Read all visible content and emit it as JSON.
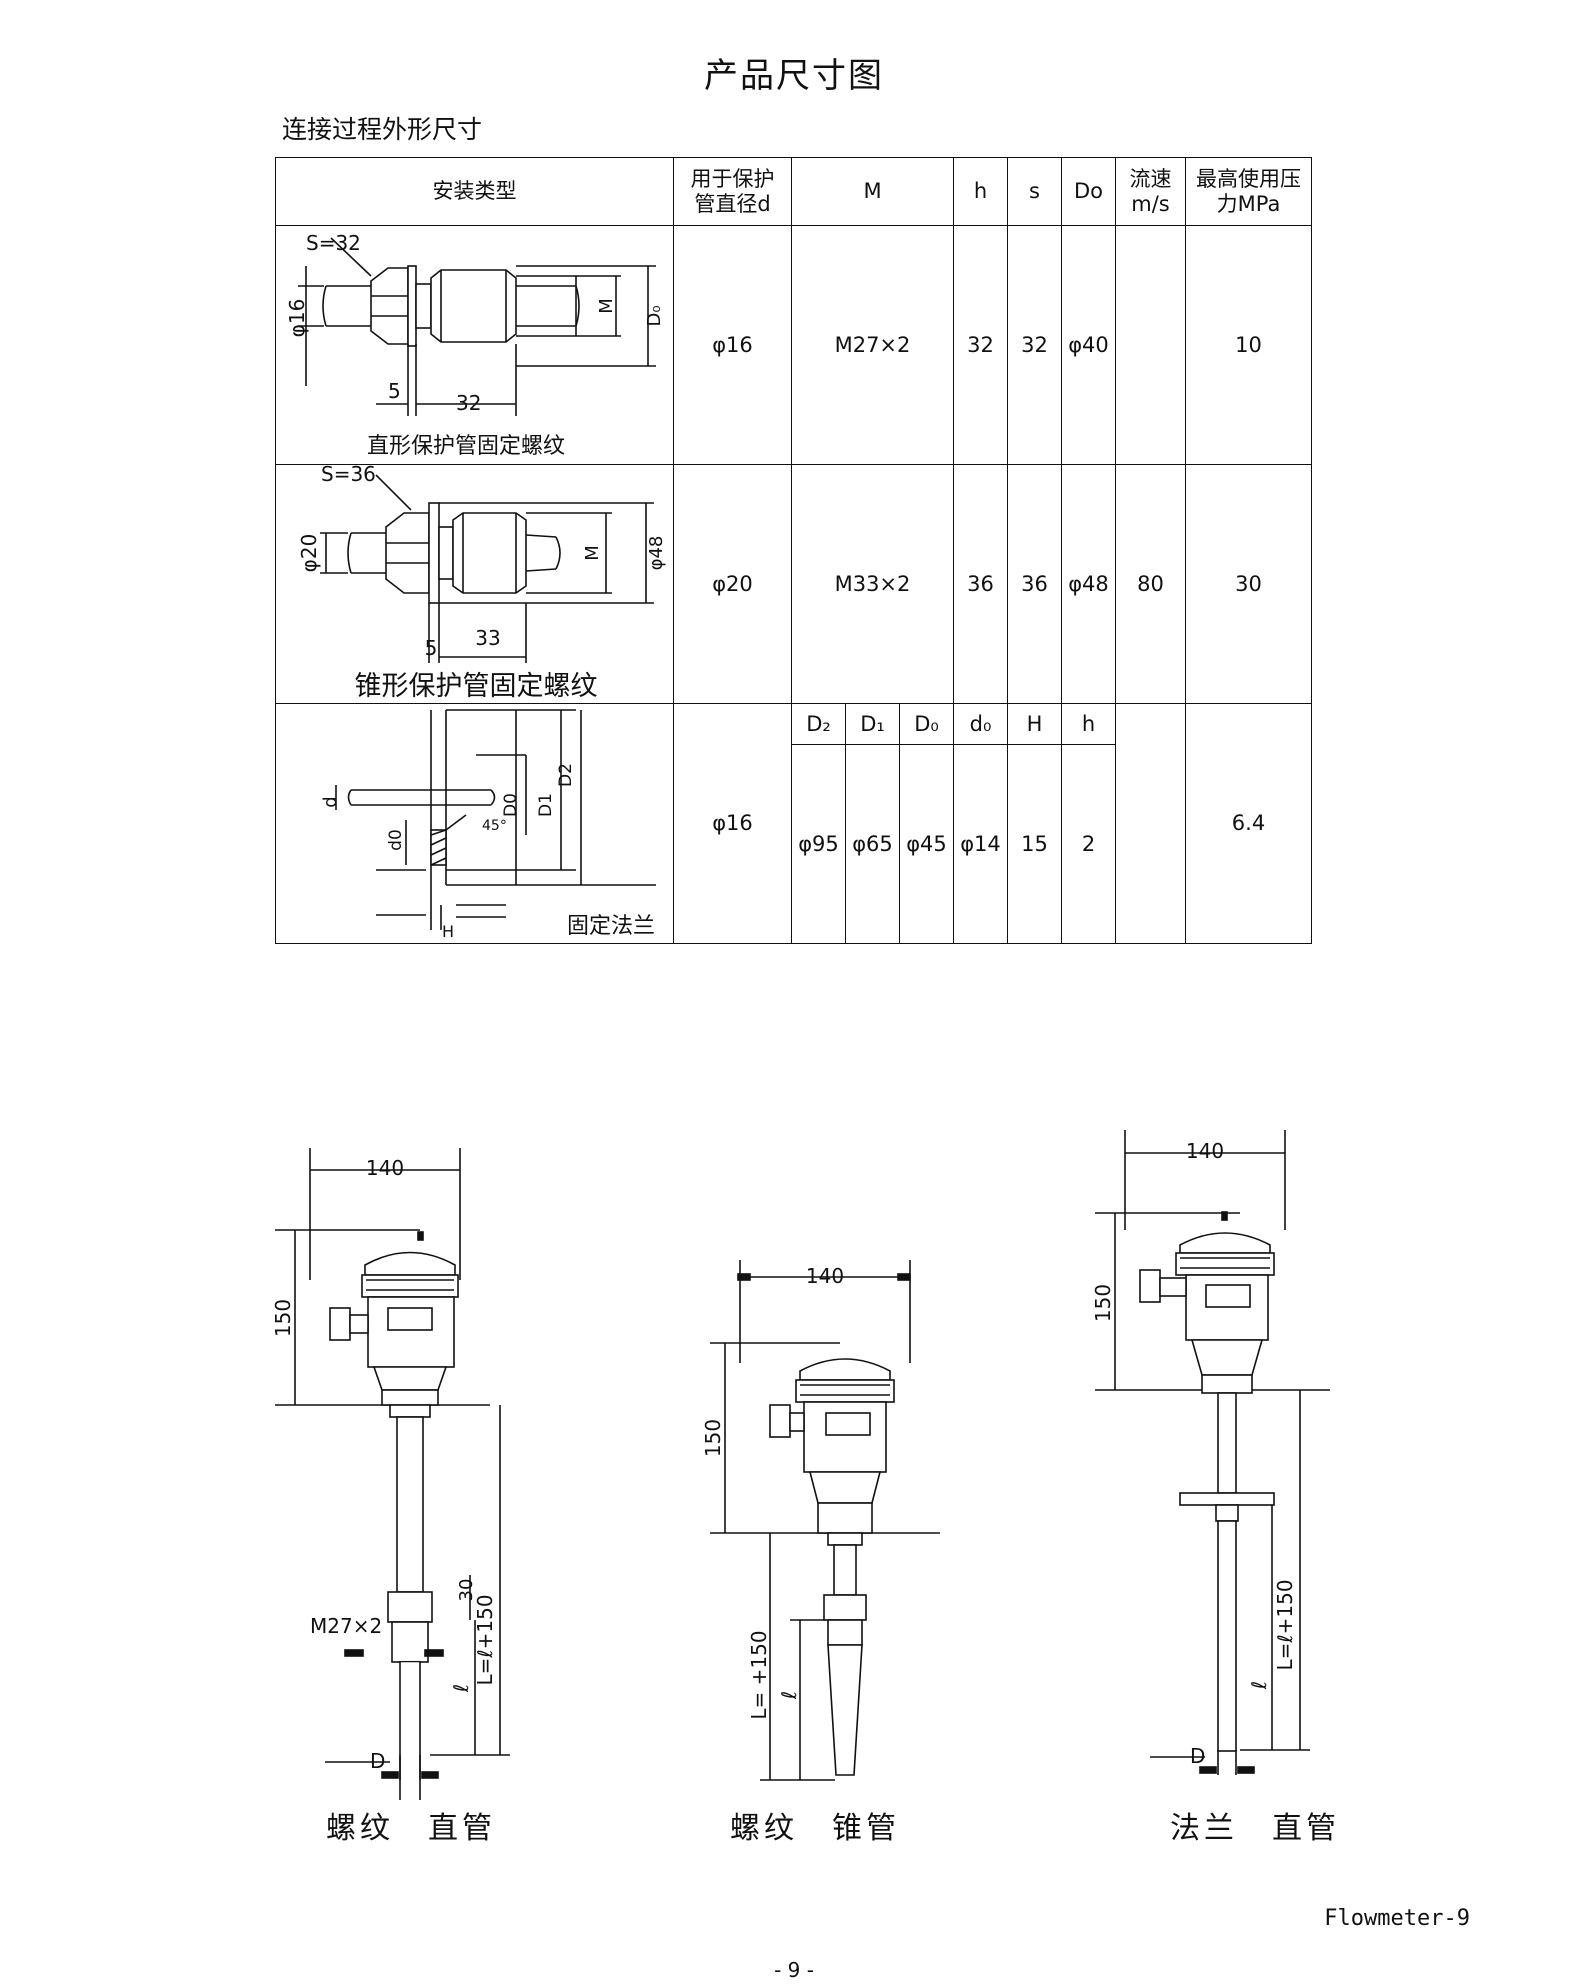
{
  "title": "产品尺寸图",
  "section_title": "连接过程外形尺寸",
  "table": {
    "headers": {
      "type": "安装类型",
      "diameter": "用于保护管直径d",
      "m": "M",
      "h": "h",
      "s": "s",
      "do": "Do",
      "flow": "流速m/s",
      "pressure": "最高使用压力MPa"
    },
    "rows": [
      {
        "caption": "直形保护管固定螺纹",
        "diagram_labels": {
          "s": "S=32",
          "phi": "φ16",
          "five": "5",
          "len": "32",
          "m": "M",
          "d0": "D₀"
        },
        "d": "φ16",
        "m": "M27×2",
        "h": "32",
        "s": "32",
        "do": "φ40",
        "flow": "",
        "pressure": "10"
      },
      {
        "caption": "锥形保护管固定螺纹",
        "diagram_labels": {
          "s": "S=36",
          "phi": "φ20",
          "five": "5",
          "len": "33",
          "m": "M",
          "d0": "φ48"
        },
        "d": "φ20",
        "m": "M33×2",
        "h": "36",
        "s": "36",
        "do": "φ48",
        "flow": "80",
        "pressure": "30"
      },
      {
        "caption": "固定法兰",
        "diagram_labels": {
          "d": "d",
          "d0": "d0",
          "D0": "D0",
          "D1": "D1",
          "D2": "D2",
          "angle": "45°",
          "H": "H"
        },
        "d": "φ16",
        "sub_headers": [
          "D₂",
          "D₁",
          "D₀",
          "d₀",
          "H",
          "h"
        ],
        "sub_values": [
          "φ95",
          "φ65",
          "φ45",
          "φ14",
          "15",
          "2"
        ],
        "pressure": "6.4"
      }
    ]
  },
  "products": [
    {
      "label": "螺纹　直管",
      "dims": {
        "width": "140",
        "height": "150",
        "thread": "M27×2",
        "thread_len": "30",
        "L": "L=ℓ+150",
        "l": "ℓ",
        "D": "D"
      }
    },
    {
      "label": "螺纹　锥管",
      "dims": {
        "width": "140",
        "height": "150",
        "L": "L= +150",
        "l": "ℓ"
      }
    },
    {
      "label": "法兰　直管",
      "dims": {
        "width": "140",
        "height": "150",
        "L": "L=ℓ+150",
        "l": "ℓ",
        "D": "D"
      }
    }
  ],
  "footer": {
    "brand": "Flowmeter-9",
    "page": "- 9 -"
  }
}
